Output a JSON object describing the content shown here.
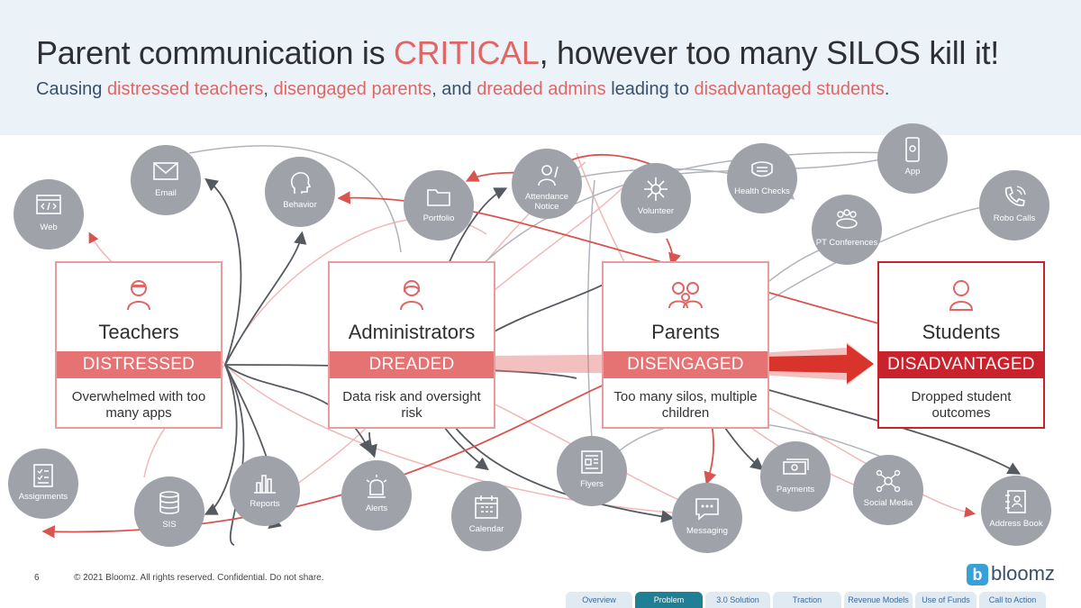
{
  "title": {
    "part1": "Parent communication is ",
    "highlight": "CRITICAL",
    "part2": ", however too many SILOS kill it!"
  },
  "subtitle": {
    "prefix": "Causing ",
    "h1": "distressed teachers",
    "sep1": ", ",
    "h2": "disengaged parents",
    "sep2": ", and ",
    "h3": "dreaded admins",
    "mid": " leading to ",
    "h4": "disadvantaged students",
    "end": "."
  },
  "boxes": {
    "teachers": {
      "name": "Teachers",
      "status": "DISTRESSED",
      "desc": "Overwhelmed with too many apps"
    },
    "admins": {
      "name": "Administrators",
      "status": "DREADED",
      "desc": "Data risk and oversight risk"
    },
    "parents": {
      "name": "Parents",
      "status": "DISENGAGED",
      "desc": "Too many silos, multiple children"
    },
    "students": {
      "name": "Students",
      "status": "DISADVANTAGED",
      "desc": "Dropped student outcomes"
    }
  },
  "nodes": {
    "web": "Web",
    "email": "Email",
    "behavior": "Behavior",
    "portfolio": "Portfolio",
    "attendance": "Attendance Notice",
    "volunteer": "Volunteer",
    "health": "Health Checks",
    "pt": "PT Conferences",
    "app": "App",
    "robo": "Robo Calls",
    "assignments": "Assignments",
    "sis": "SIS",
    "reports": "Reports",
    "alerts": "Alerts",
    "calendar": "Calendar",
    "flyers": "Flyers",
    "messaging": "Messaging",
    "payments": "Payments",
    "social": "Social Media",
    "address": "Address Book"
  },
  "footer": {
    "page": "6",
    "copyright": "© 2021 Bloomz. All rights reserved. Confidential. Do not share.",
    "logo_mark": "b",
    "logo_word": "bloomz"
  },
  "tabs": [
    "Overview",
    "Problem",
    "3.0 Solution",
    "Traction",
    "Revenue Models",
    "Use of Funds",
    "Call to Action"
  ],
  "colors": {
    "accent": "#e06666",
    "band": "#e57373",
    "students": "#c8232c",
    "node": "#9fa3a9",
    "header_bg": "#ebf3f9",
    "active_tab": "#1f7f95"
  }
}
